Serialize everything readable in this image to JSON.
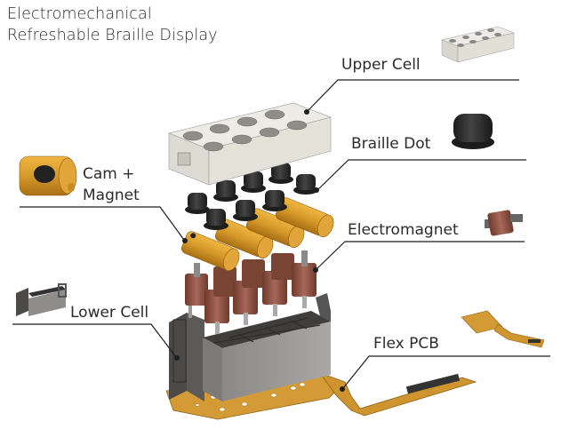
{
  "title": {
    "line1": "Electromechanical",
    "line2": "Refreshable Braille Display"
  },
  "callouts": [
    {
      "id": "upper-cell",
      "label": "Upper Cell",
      "side": "right"
    },
    {
      "id": "braille-dot",
      "label": "Braille Dot",
      "side": "right"
    },
    {
      "id": "cam-magnet",
      "label_line1": "Cam +",
      "label_line2": "Magnet",
      "side": "left"
    },
    {
      "id": "electromagnet",
      "label": "Electromagnet",
      "side": "right"
    },
    {
      "id": "lower-cell",
      "label": "Lower Cell",
      "side": "left"
    },
    {
      "id": "flex-pcb",
      "label": "Flex PCB",
      "side": "right"
    }
  ],
  "colors": {
    "upper_cell": "#e6e2da",
    "braille_dot": "#2b2b2b",
    "cam": "#d79a2a",
    "coil": "#8a5040",
    "lower_cell": "#6f6e6c",
    "pcb": "#d49a35",
    "leader_line": "#1e1e1e"
  }
}
